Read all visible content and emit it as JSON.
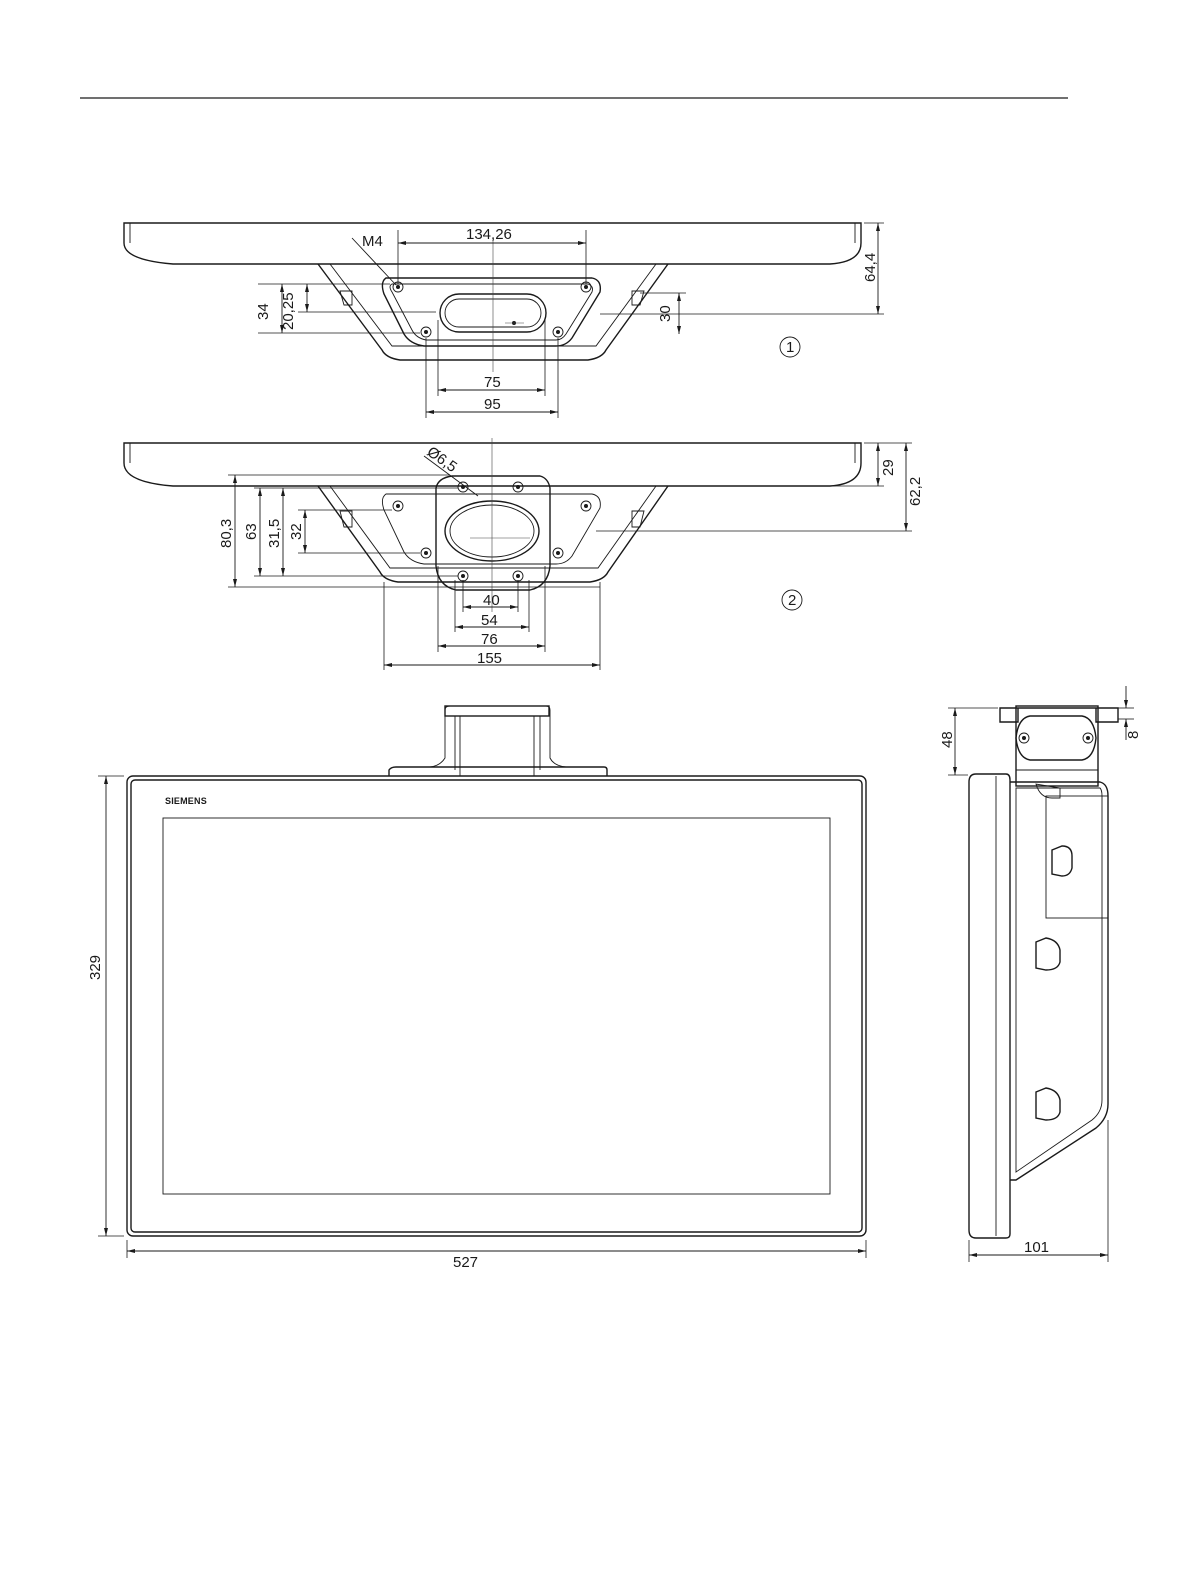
{
  "views": {
    "view1": {
      "marker": "①",
      "thread_label": "M4",
      "dims": {
        "width_top": "134,26",
        "height_right": "64,4",
        "left_outer": "34",
        "left_inner": "20,25",
        "right_small": "30",
        "bottom_inner": "75",
        "bottom_outer": "95"
      }
    },
    "view2": {
      "marker": "②",
      "hole_label": "Ø6,5",
      "dims": {
        "right_small": "29",
        "right_large": "62,2",
        "left_a": "80,3",
        "left_b": "63",
        "left_c": "31,5",
        "left_d": "32",
        "bottom_a": "40",
        "bottom_b": "54",
        "bottom_c": "76",
        "bottom_d": "155"
      }
    },
    "front": {
      "brand": "SIEMENS",
      "dims": {
        "height": "329",
        "width": "527"
      }
    },
    "side": {
      "dims": {
        "mount_height": "48",
        "offset": "8",
        "depth": "101"
      }
    }
  }
}
